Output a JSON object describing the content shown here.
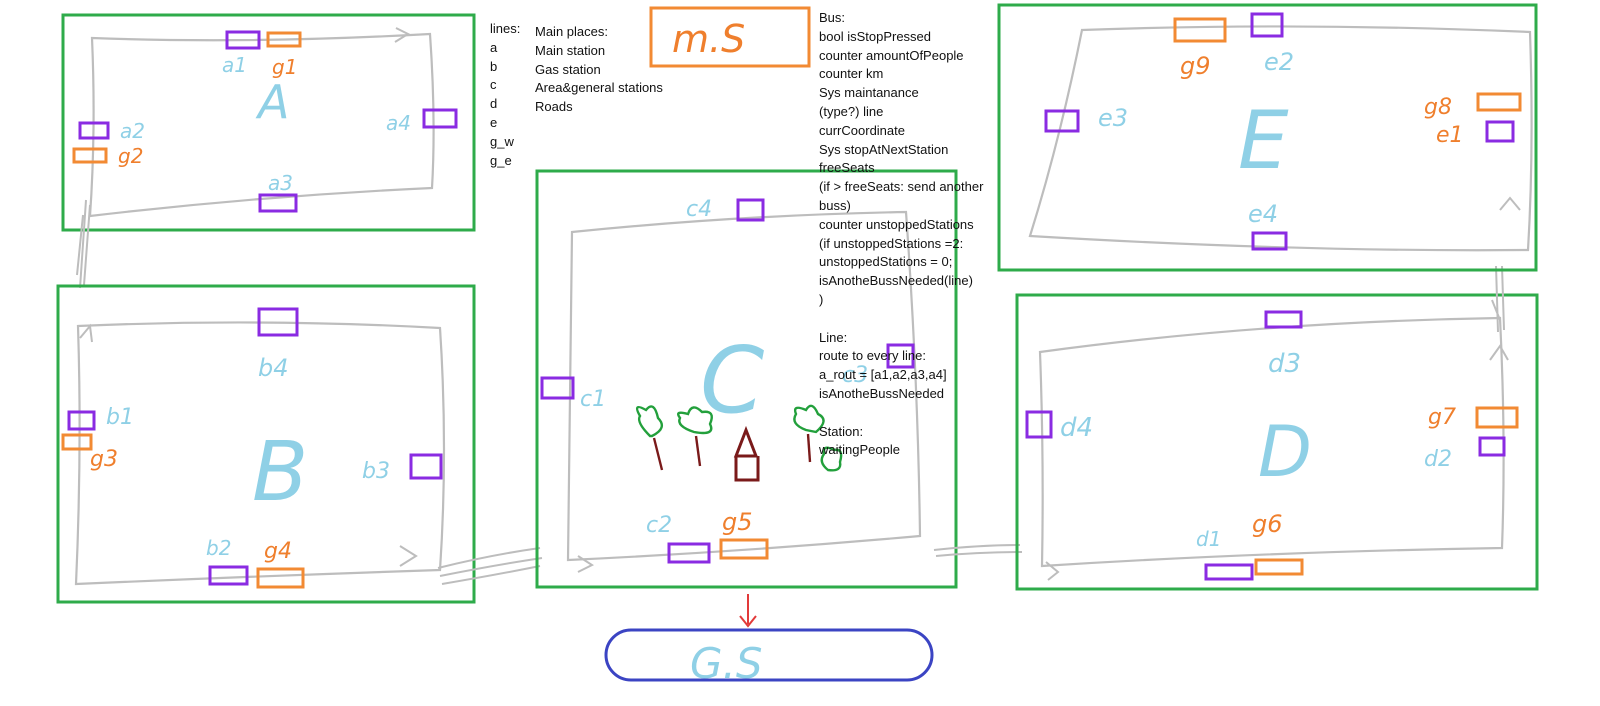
{
  "colors": {
    "area_border": "#2eab4a",
    "road": "#bdbdbd",
    "station": "#8a2be2",
    "gas": "#f28a33",
    "handwriting": "#8fd0e6",
    "gas_label": "#ef7f2d",
    "gas_station_box": "#3b44c3",
    "main_station_box": "#f28a33",
    "tree": "#23a03c",
    "trunk": "#7a1a1a",
    "arrow_down": "#e23a3a"
  },
  "notes": {
    "lines": [
      "lines:",
      "a",
      "b",
      "c",
      "d",
      "e",
      "g_w",
      "g_e"
    ],
    "main_places": [
      "Main places:",
      "Main station",
      "Gas station",
      "Area&general stations",
      "Roads"
    ],
    "bus": [
      "Bus:",
      "bool isStopPressed",
      "counter amountOfPeople",
      "counter km",
      "Sys maintanance",
      "(type?) line",
      "currCoordinate",
      "Sys stopAtNextStation",
      "freeSeats",
      "(if > freeSeats: send another",
      "buss)",
      "counter unstoppedStations",
      "(if unstoppedStations =2:",
      "unstoppedStations = 0;",
      "isAnotheBussNeeded(line)",
      ")",
      "",
      "Line:",
      "route to every line:",
      "a_rout = [a1,a2,a3,a4]",
      "isAnotheBussNeeded",
      "",
      "Station:",
      "waitingPeople"
    ]
  },
  "handwritten": {
    "area_a": "A",
    "area_b": "B",
    "area_c": "C",
    "area_d": "D",
    "area_e": "E",
    "main_station": "m.S",
    "gas_station": "G.S",
    "a1": "a1",
    "a2": "a2",
    "a3": "a3",
    "a4": "a4",
    "b1": "b1",
    "b2": "b2",
    "b3": "b3",
    "b4": "b4",
    "c1": "c1",
    "c2": "c2",
    "c3": "c3",
    "c4": "c4",
    "d1": "d1",
    "d2": "d2",
    "d3": "d3",
    "d4": "d4",
    "e1": "e1",
    "e2": "e2",
    "e3": "e3",
    "e4": "e4",
    "g1": "g1",
    "g2": "g2",
    "g3": "g3",
    "g4": "g4",
    "g5": "g5",
    "g6": "g6",
    "g7": "g7",
    "g8": "g8",
    "g9": "g9"
  }
}
